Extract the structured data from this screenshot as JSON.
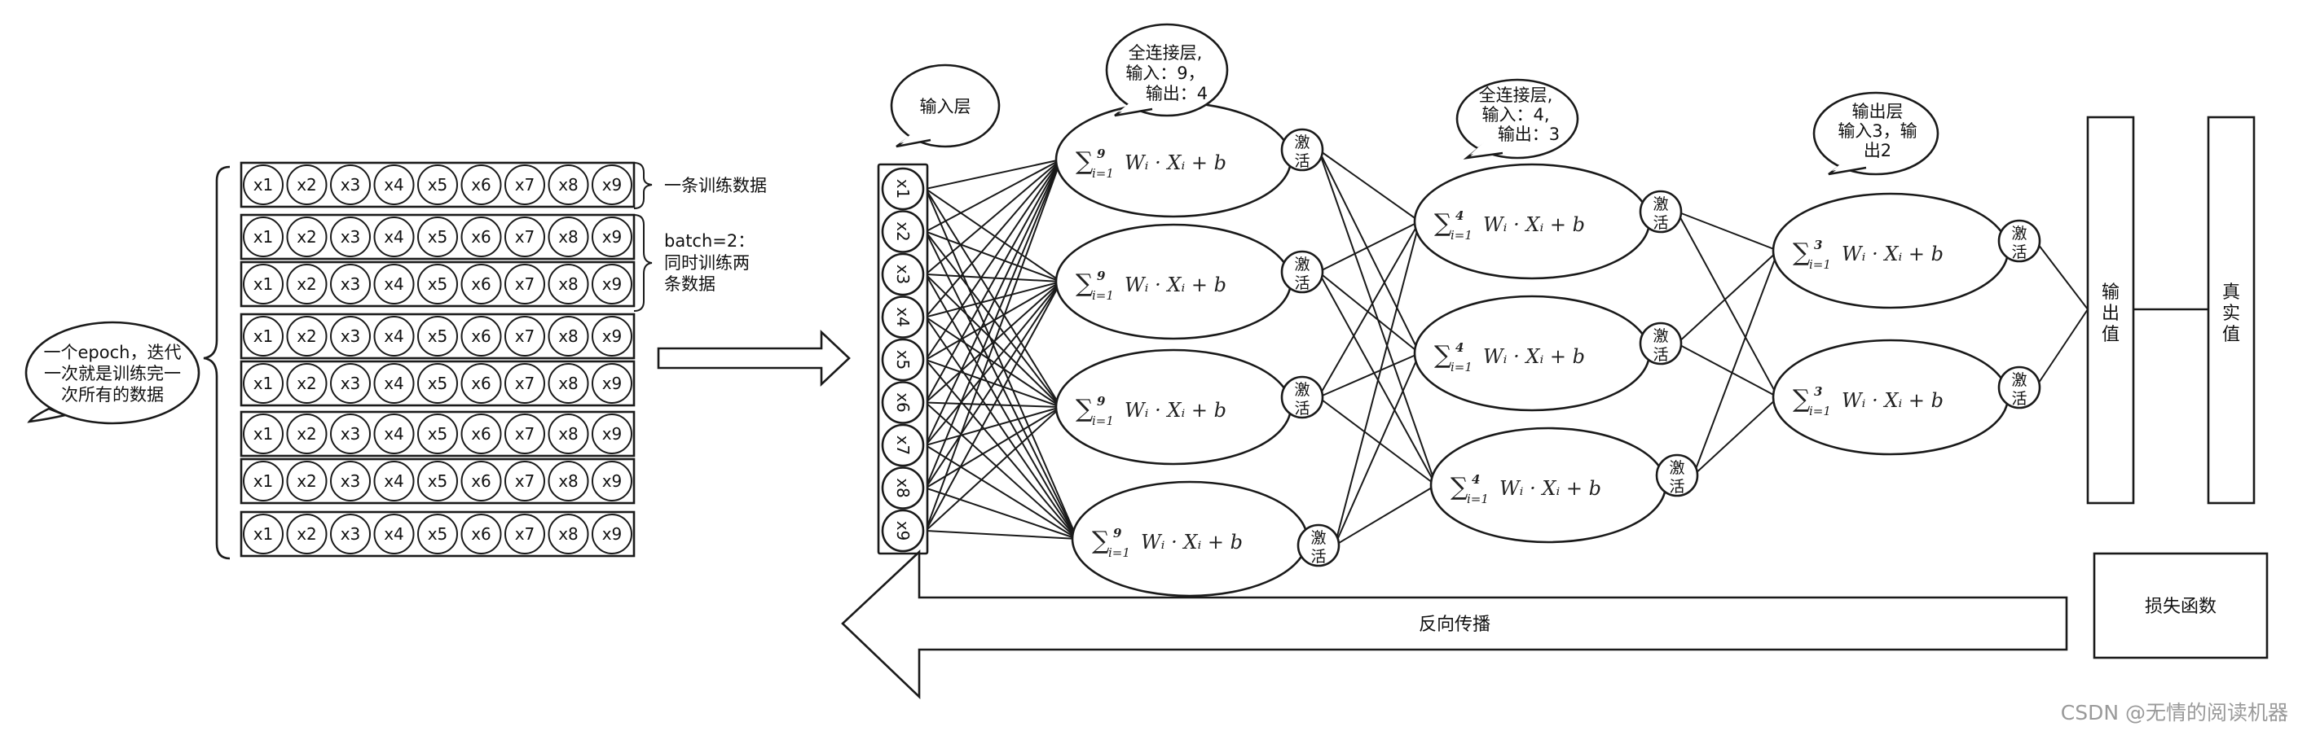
{
  "row_labels": [
    "x1",
    "x2",
    "x3",
    "x4",
    "x5",
    "x6",
    "x7",
    "x8",
    "x9"
  ],
  "callouts": {
    "epoch": [
      "一个epoch，迭代",
      "一次就是训练完一",
      "次所有的数据"
    ],
    "input_layer": [
      "输入层"
    ],
    "fc1": [
      "全连接层,",
      "输入：9，",
      "输出：4"
    ],
    "fc2": [
      "全连接层,",
      "输入：4,",
      "输出：3"
    ],
    "out_layer": [
      "输出层",
      "输入3，输",
      "出2"
    ]
  },
  "annotations": {
    "one_sample": "一条训练数据",
    "batch": [
      "batch=2：",
      "同时训练两",
      "条数据"
    ]
  },
  "activation_label": [
    "激",
    "活"
  ],
  "layers": {
    "hidden1": {
      "count": 9,
      "neurons": 4
    },
    "hidden2": {
      "count": 4,
      "neurons": 3
    },
    "output": {
      "count": "3",
      "neurons": 2
    }
  },
  "formula": {
    "sum": "∑",
    "lower": "i=1",
    "rest": "Wᵢ · Xᵢ + b"
  },
  "output_value": [
    "输",
    "出",
    "值"
  ],
  "true_value": [
    "真",
    "实",
    "值"
  ],
  "loss": "损失函数",
  "backprop": "反向传播",
  "watermark": "CSDN @无情的阅读机器"
}
